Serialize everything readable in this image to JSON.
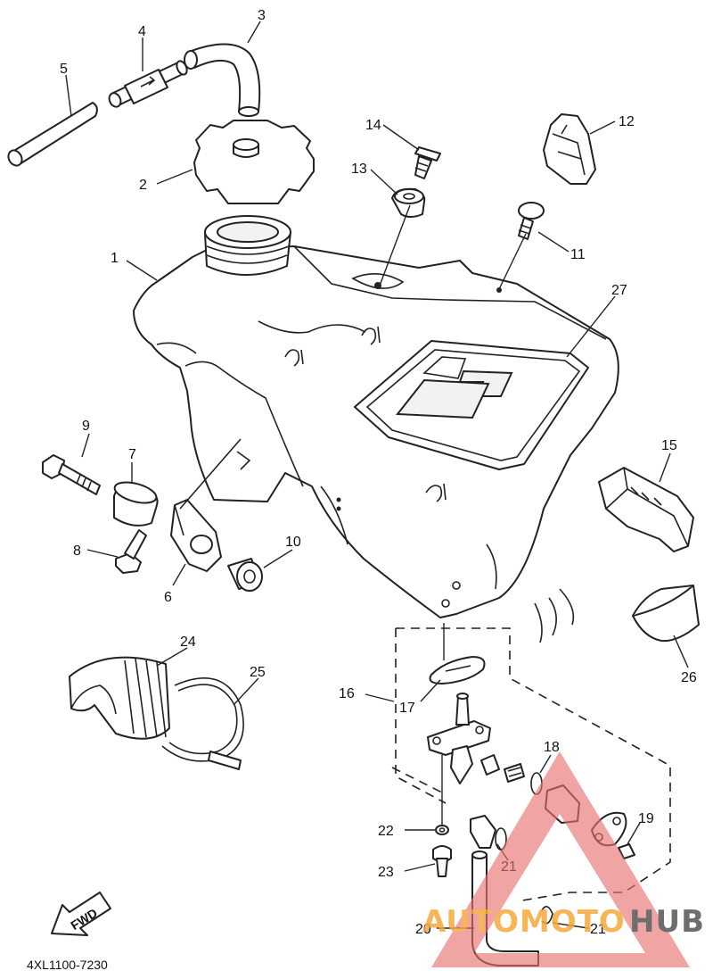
{
  "diagram_code": "4XL1100-7230",
  "direction_label": "FWD",
  "watermark": {
    "part1": "AUTOMOTO",
    "part2": "HUB",
    "color_primary": "#f4a93b",
    "color_secondary": "#555555",
    "triangle_color": "#e87070"
  },
  "callouts": {
    "c1": "1",
    "c2": "2",
    "c3": "3",
    "c4": "4",
    "c5": "5",
    "c6": "6",
    "c7": "7",
    "c8": "8",
    "c9": "9",
    "c10": "10",
    "c11": "11",
    "c12": "12",
    "c13": "13",
    "c14": "14",
    "c15": "15",
    "c16": "16",
    "c17": "17",
    "c18": "18",
    "c19": "19",
    "c20": "20",
    "c21a": "21",
    "c21b": "21",
    "c22": "22",
    "c23": "23",
    "c24": "24",
    "c25": "25",
    "c26": "26",
    "c27": "27"
  }
}
